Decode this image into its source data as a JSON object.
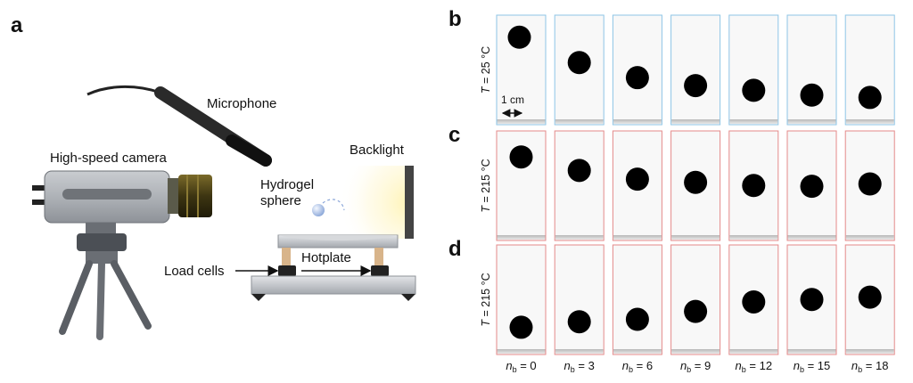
{
  "panels": {
    "a": "a",
    "b": "b",
    "c": "c",
    "d": "d"
  },
  "setup_labels": {
    "microphone": "Microphone",
    "camera": "High-speed camera",
    "backlight": "Backlight",
    "hydrogel_line1": "Hydrogel",
    "hydrogel_line2": "sphere",
    "load_cells": "Load cells",
    "hotplate": "Hotplate"
  },
  "scale_bar": "1 cm",
  "rows": [
    {
      "letter": "b",
      "label_T": "T",
      "label_rest": " = 25 °C",
      "frame_color": "#8ec5e6",
      "ground": false,
      "positions": [
        0.11,
        0.43,
        0.62,
        0.72,
        0.78,
        0.84,
        0.87
      ]
    },
    {
      "letter": "c",
      "label_T": "T",
      "label_rest": " = 215 °C",
      "frame_color": "#e48a8a",
      "ground": true,
      "positions": [
        0.16,
        0.33,
        0.44,
        0.48,
        0.52,
        0.53,
        0.5
      ]
    },
    {
      "letter": "d",
      "label_T": "T",
      "label_rest": " = 215 °C",
      "frame_color": "#e48a8a",
      "ground": true,
      "positions": [
        0.87,
        0.8,
        0.77,
        0.67,
        0.55,
        0.52,
        0.49
      ]
    }
  ],
  "nb_labels": [
    {
      "n": "n",
      "sub": "b",
      "val": " = 0"
    },
    {
      "n": "n",
      "sub": "b",
      "val": " = 3"
    },
    {
      "n": "n",
      "sub": "b",
      "val": " = 6"
    },
    {
      "n": "n",
      "sub": "b",
      "val": " = 9"
    },
    {
      "n": "n",
      "sub": "b",
      "val": " = 12"
    },
    {
      "n": "n",
      "sub": "b",
      "val": " = 15"
    },
    {
      "n": "n",
      "sub": "b",
      "val": " = 18"
    }
  ]
}
